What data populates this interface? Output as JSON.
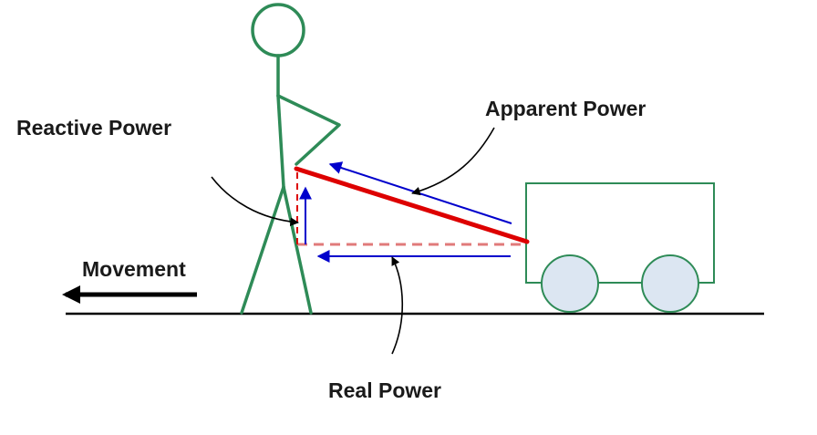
{
  "labels": {
    "reactive_power": "Reactive Power",
    "apparent_power": "Apparent Power",
    "movement": "Movement",
    "real_power": "Real Power"
  },
  "colors": {
    "figure_stroke": "#2e8b57",
    "cart_stroke": "#2e8b57",
    "wheel_fill": "#dce6f2",
    "apparent_power": "#dd0000",
    "real_power": "#e07a7a",
    "reactive_power": "#dd0000",
    "component_arrows": "#0000cc",
    "ground": "#000000",
    "text": "#1a1a1a"
  }
}
